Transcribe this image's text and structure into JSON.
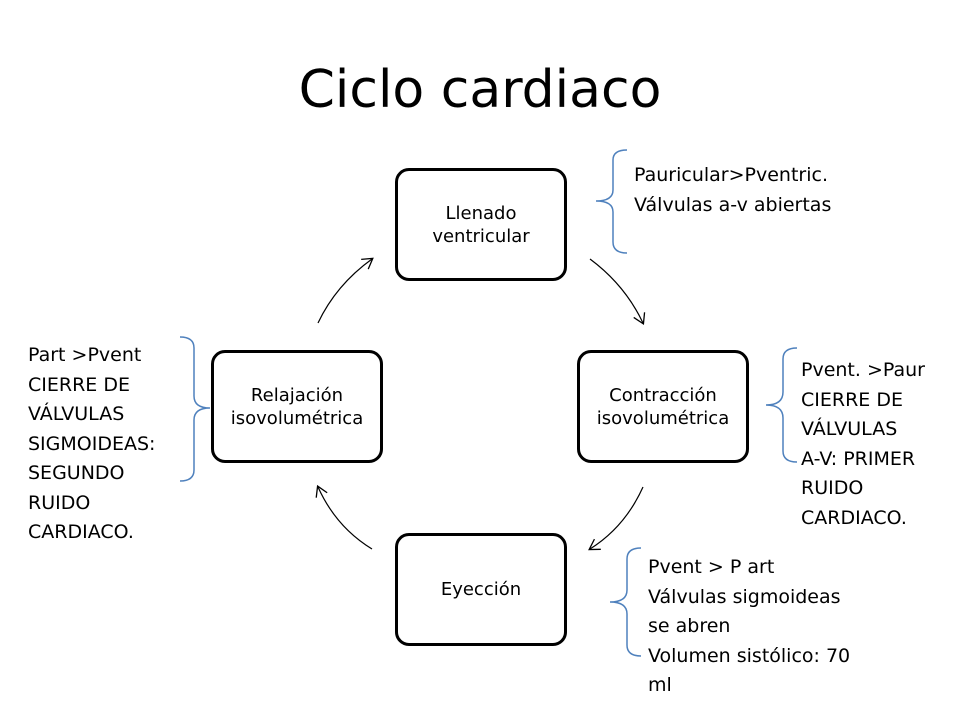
{
  "title": "Ciclo cardiaco",
  "nodes": {
    "llenado": "Llenado ventricular",
    "contraccion": "Contracción isovolumétrica",
    "eyeccion": "Eyección",
    "relajacion": "Relajación isovolumétrica"
  },
  "notes": {
    "llenado": "Pauricular>Pventric.\nVálvulas a-v abiertas",
    "contraccion": "Pvent. >Paur\nCIERRE DE\nVÁLVULAS\nA-V: PRIMER\nRUIDO\nCARDIACO.",
    "eyeccion": "Pvent > P art\nVálvulas sigmoideas\nse abren\nVolumen sistólico: 70\nml",
    "relajacion": "Part >Pvent\nCIERRE DE\nVÁLVULAS\nSIGMOIDEAS:\nSEGUNDO\nRUIDO\nCARDIACO."
  },
  "colors": {
    "box_border": "#000000",
    "arrow": "#000000",
    "bracket": "#4f81bd"
  }
}
